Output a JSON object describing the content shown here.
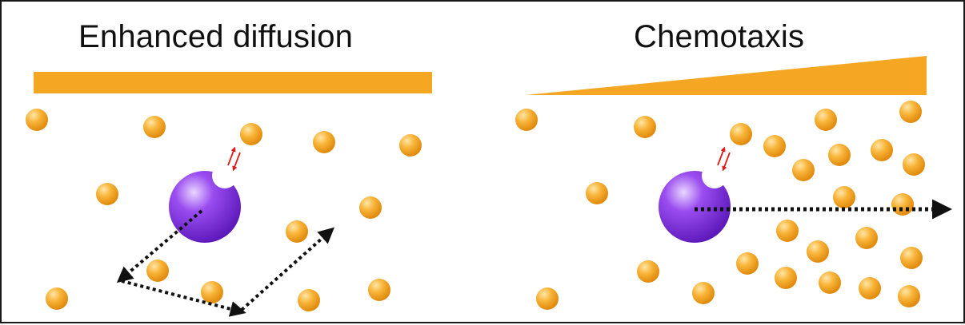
{
  "panels": [
    {
      "title": "Enhanced diffusion",
      "gradient": "uniform"
    },
    {
      "title": "Chemotaxis",
      "gradient": "increasing"
    }
  ],
  "colors": {
    "substrate": "#f5a623",
    "substrate_highlight": "#ffe6a8",
    "enzyme": "#7b2ee0",
    "enzyme_highlight": "#e9d6ff",
    "binding_arrows": "#e01b1b",
    "motion_arrows": "#111111",
    "border": "#1a1a1a"
  },
  "icons": [
    "substrate-particle",
    "enzyme-sphere",
    "binding-arrows",
    "dotted-motion-arrow",
    "concentration-bar"
  ]
}
